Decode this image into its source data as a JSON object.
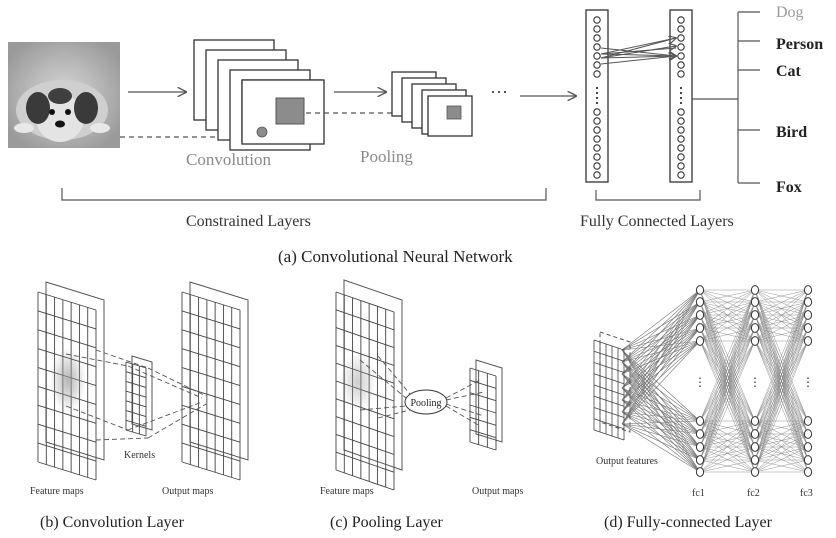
{
  "panel_a": {
    "labels": {
      "convolution": "Convolution",
      "pooling": "Pooling",
      "ellipsis": "···",
      "constrained": "Constrained  Layers",
      "fully_connected": "Fully Connected Layers"
    },
    "classes": [
      "Dog",
      "Person",
      "Cat",
      "Bird",
      "Fox"
    ],
    "caption": "(a)  Convolutional Neural Network"
  },
  "panel_b": {
    "feature_maps": "Feature maps",
    "kernels": "Kernels",
    "output_maps": "Output maps",
    "caption": "(b)  Convolution Layer"
  },
  "panel_c": {
    "feature_maps": "Feature maps",
    "pooling": "Pooling",
    "output_maps": "Output  maps",
    "caption": "(c)  Pooling Layer"
  },
  "panel_d": {
    "output_features": "Output features",
    "fc1": "fc1",
    "fc2": "fc2",
    "fc3": "fc3",
    "caption": "(d)  Fully-connected Layer"
  },
  "colors": {
    "line": "#555555",
    "grey_text": "#8a8a8a",
    "dog_label": "#9a9a9a",
    "dark_text": "#222222",
    "feature_fill": "#8c8c8c"
  }
}
